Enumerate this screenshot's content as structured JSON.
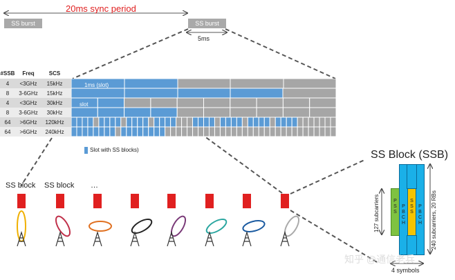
{
  "sync_period": {
    "label": "20ms sync period"
  },
  "bursts": {
    "left_label": "SS burst",
    "right_label": "SS burst",
    "duration_label": "5ms"
  },
  "table": {
    "headers": [
      "#SSB",
      "Freq",
      "SCS"
    ],
    "rows": [
      [
        "4",
        "<3GHz",
        "15kHz"
      ],
      [
        "8",
        "3-6GHz",
        "15kHz"
      ],
      [
        "4",
        "<3GHz",
        "30kHz"
      ],
      [
        "8",
        "3-6GHz",
        "30kHz"
      ],
      [
        "64",
        ">6GHz",
        "120kHz"
      ],
      [
        "64",
        ">6GHz",
        "240kHz"
      ]
    ],
    "slot_labels": {
      "row1": "1ms (slot)",
      "row3": "slot"
    }
  },
  "legend": {
    "label": "Slot with SS blocks)",
    "color": "#5b9bd5"
  },
  "beams": {
    "labels": [
      "SS block",
      "SS block",
      "…"
    ],
    "colors": [
      "#f0b000",
      "#c0304a",
      "#e07020",
      "#222222",
      "#7a3a78",
      "#2aa6a0",
      "#1a5aa0",
      "#aaaaaa"
    ]
  },
  "ssb": {
    "title": "SS Block (SSB)",
    "pss": "PSS",
    "sss": "SSS",
    "pbch": "PBCH",
    "subcarriers_127": "127 subcarriers",
    "subcarriers_240": "240 subcarriers, 20 RBs",
    "symbols": "4 symbols"
  },
  "watermark": {
    "text": "知乎 @通信老兵"
  },
  "colors": {
    "blue": "#5b9bd5",
    "gray": "#a6a6a6",
    "red": "#e02020",
    "pss_green": "#7fc241",
    "sss_yellow": "#f5c400",
    "pbch_blue": "#1ab0e8"
  }
}
